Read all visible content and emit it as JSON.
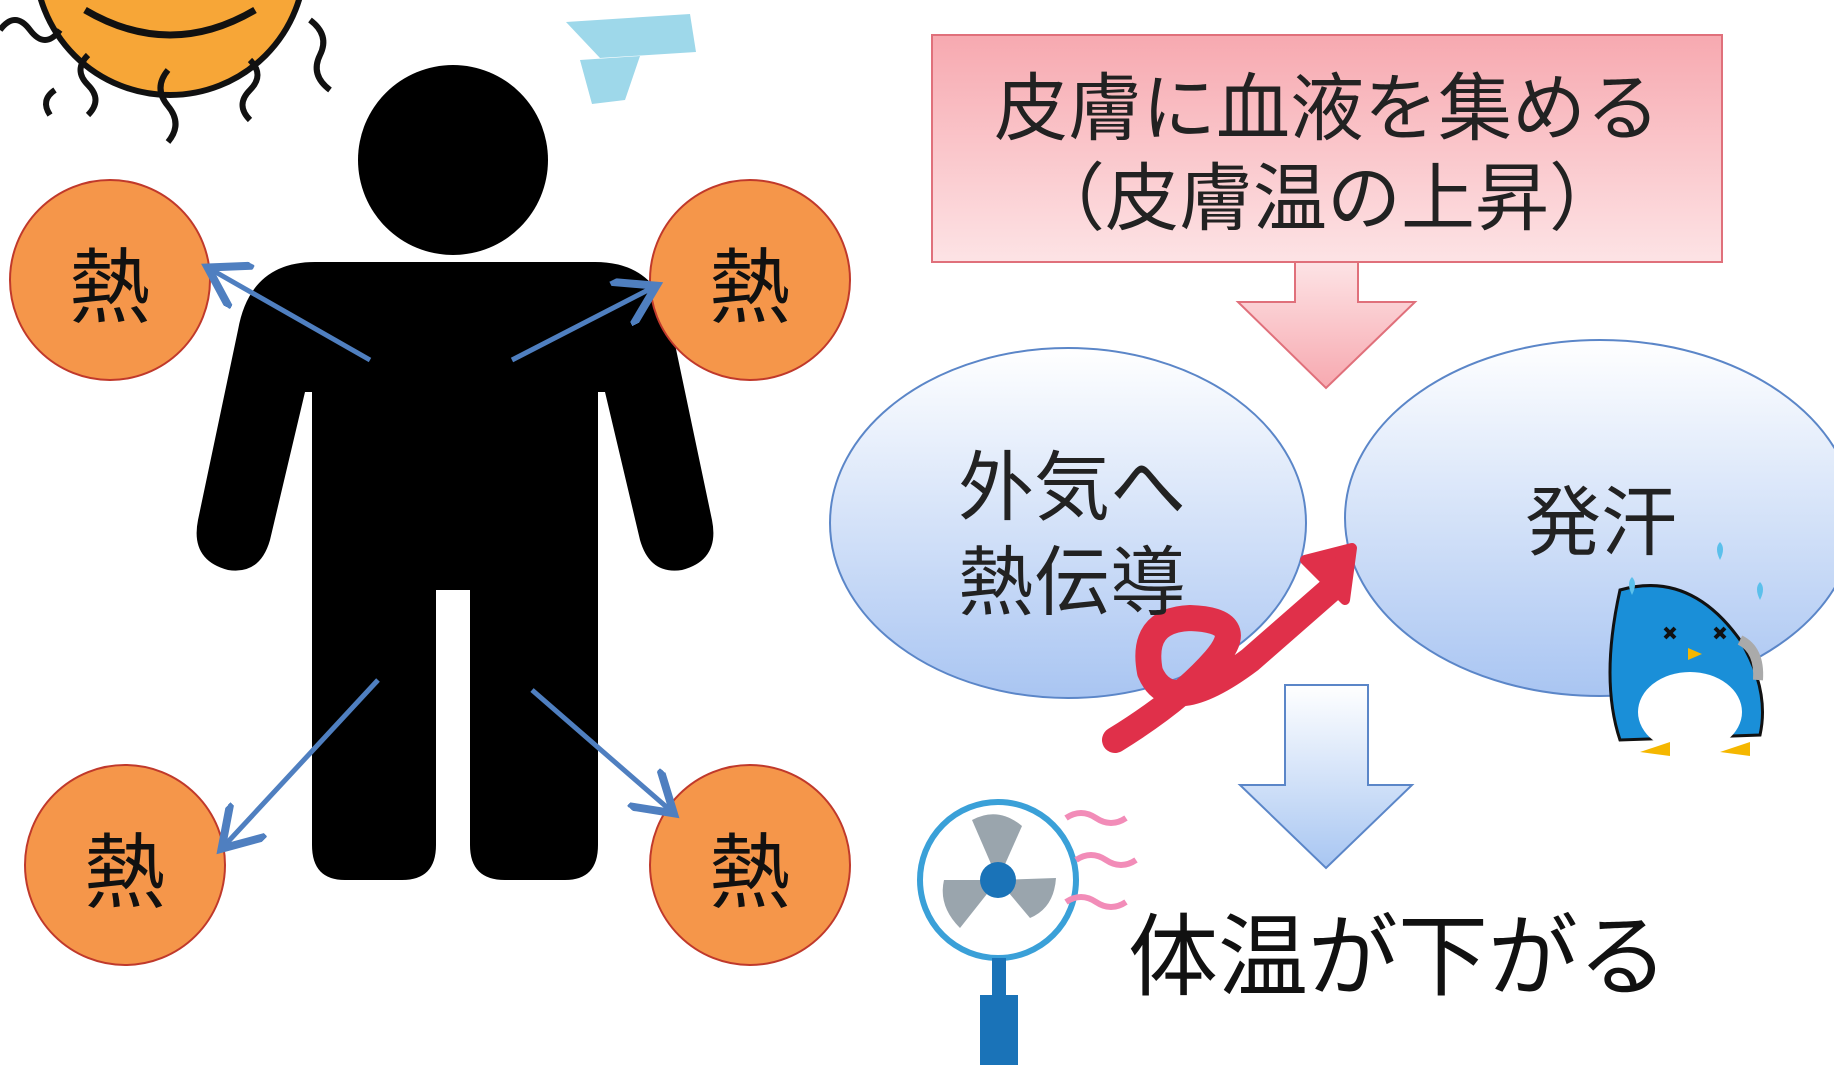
{
  "heat_labels": [
    "熱",
    "熱",
    "熱",
    "熱"
  ],
  "cause_box": {
    "line1": "皮膚に血液を集める",
    "line2": "（皮膚温の上昇）"
  },
  "mechanisms": [
    {
      "line1": "外気へ",
      "line2": "熱伝導"
    },
    {
      "line1": "発汗"
    }
  ],
  "result": "体温が下がる",
  "colors": {
    "heat_fill": "#f5964a",
    "heat_stroke": "#c0392b",
    "silhouette": "#000000",
    "arrow_blue": "#4f7fc0",
    "box_fill": "#f9b8bd",
    "ellipse_fill": "#c3d6f6",
    "ellipse_stroke": "#5b86c8",
    "curl_arrow": "#e0304a",
    "down_arrow_fill": "#bcd3f4"
  },
  "icons": [
    "sun-icon",
    "wind-icon",
    "human-silhouette-icon",
    "fan-icon",
    "sweating-penguin-icon"
  ]
}
